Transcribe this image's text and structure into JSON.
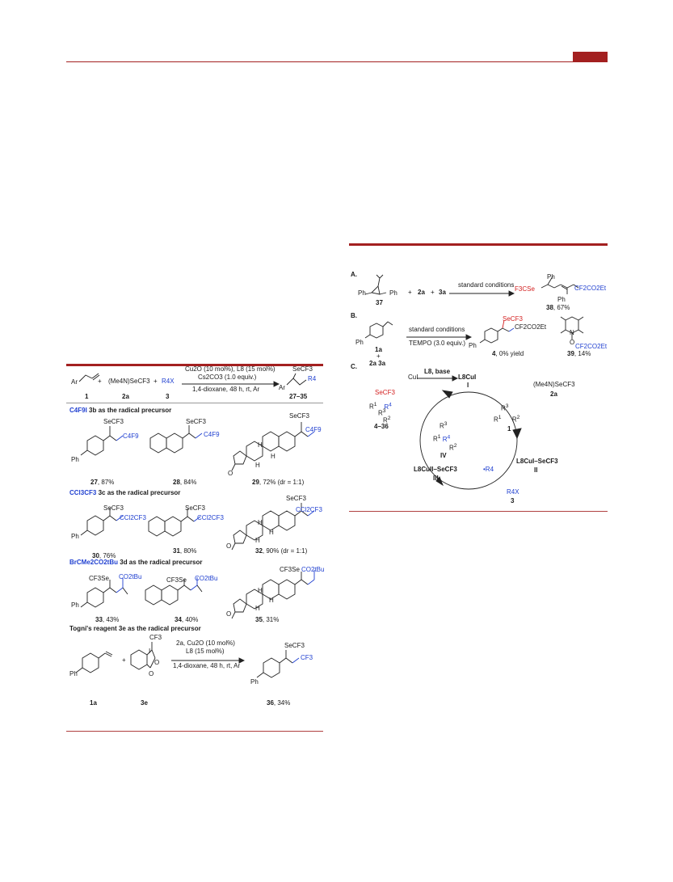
{
  "header": {
    "accent_color": "#a32020"
  },
  "scheme1": {
    "reaction": {
      "r1": "1",
      "plus1": "+",
      "reagent": "(Me4N)SeCF3",
      "r2": "2a",
      "plus2": "+",
      "rx": "R4X",
      "r3": "3",
      "cond1": "Cu2O (10 mol%), L8 (15 mol%)",
      "cond2": "Cs2CO3 (1.0 equiv.)",
      "cond3": "1,4-dioxane, 48 h, rt, Ar",
      "prod_top": "SeCF3",
      "prod_r4": "R4",
      "prod_ar": "Ar",
      "prod_label": "27–35"
    },
    "sections": [
      {
        "title_a": "C4F9I",
        "title_b": " 3b as the radical precursor"
      },
      {
        "title_a": "CCl3CF3",
        "title_b": " 3c as the radical precursor"
      },
      {
        "title_a": "BrCMe2CO2tBu",
        "title_b": " 3d as the radical precursor"
      },
      {
        "title_a": "Togni's reagent 3e as the radical precursor"
      }
    ],
    "products": [
      {
        "num": "27",
        "yield": ", 87%"
      },
      {
        "num": "28",
        "yield": ", 84%"
      },
      {
        "num": "29",
        "yield": ", 72% (dr = 1:1)"
      },
      {
        "num": "30",
        "yield": ", 76%"
      },
      {
        "num": "31",
        "yield": ", 80%"
      },
      {
        "num": "32",
        "yield": ", 90% (dr = 1:1)"
      },
      {
        "num": "33",
        "yield": ", 43%"
      },
      {
        "num": "34",
        "yield": ", 40%"
      },
      {
        "num": "35",
        "yield": ", 31%"
      },
      {
        "num": "36",
        "yield": ", 34%"
      }
    ],
    "labels": {
      "secf3": "SeCF3",
      "c4f9": "C4F9",
      "ccl2cf3": "CCl2CF3",
      "cf3se": "CF3Se",
      "co2tbu": "CO2tBu",
      "ph": "Ph",
      "h": "H",
      "o": "O",
      "cf3": "CF3",
      "i": "I"
    },
    "togni": {
      "r1a": "1a",
      "r3e": "3e",
      "plus": "+",
      "cond1": "2a, Cu2O (10 mol%)",
      "cond2": "L8 (15 mol%)",
      "cond3": "1,4-dioxane, 48 h, rt, Ar"
    }
  },
  "scheme2": {
    "A": {
      "label": "A.",
      "sm": "37",
      "plus1": "+",
      "r2a": "2a",
      "plus2": "+",
      "r3a": "3a",
      "cond": "standard conditions",
      "prod_se": "F3CSe",
      "prod_ester": "CF2CO2Et",
      "prod_num": "38",
      "prod_yield": ", 67%"
    },
    "B": {
      "label": "B.",
      "sm": "1a",
      "plus": "+",
      "sm2": "2a  3a",
      "cond1": "standard conditions",
      "cond2": "TEMPO (3.0 equiv.)",
      "p4_secf3": "SeCF3",
      "p4_ester": "CF2CO2Et",
      "p4_num": "4",
      "p4_yield": ", 0% yield",
      "p39_n": "N",
      "p39_o": "O",
      "p39_ester": "CF2CO2Et",
      "p39_num": "39",
      "p39_yield": ", 14%"
    },
    "C": {
      "label": "C.",
      "cu": "CuI",
      "step1": "L8, base",
      "L8CuI": "L8CuI",
      "roman1": "I",
      "reagent": "(Me4N)SeCF3",
      "reagent_id": "2a",
      "L8CuSe": "L8CuI–SeCF3",
      "roman2": "II",
      "alkene": "1",
      "radical": "•R4",
      "rx": "R4X",
      "rx_id": "3",
      "L8CuII": "L8CuII–SeCF3",
      "roman3": "III",
      "int4": "IV",
      "product": "4–36"
    }
  }
}
